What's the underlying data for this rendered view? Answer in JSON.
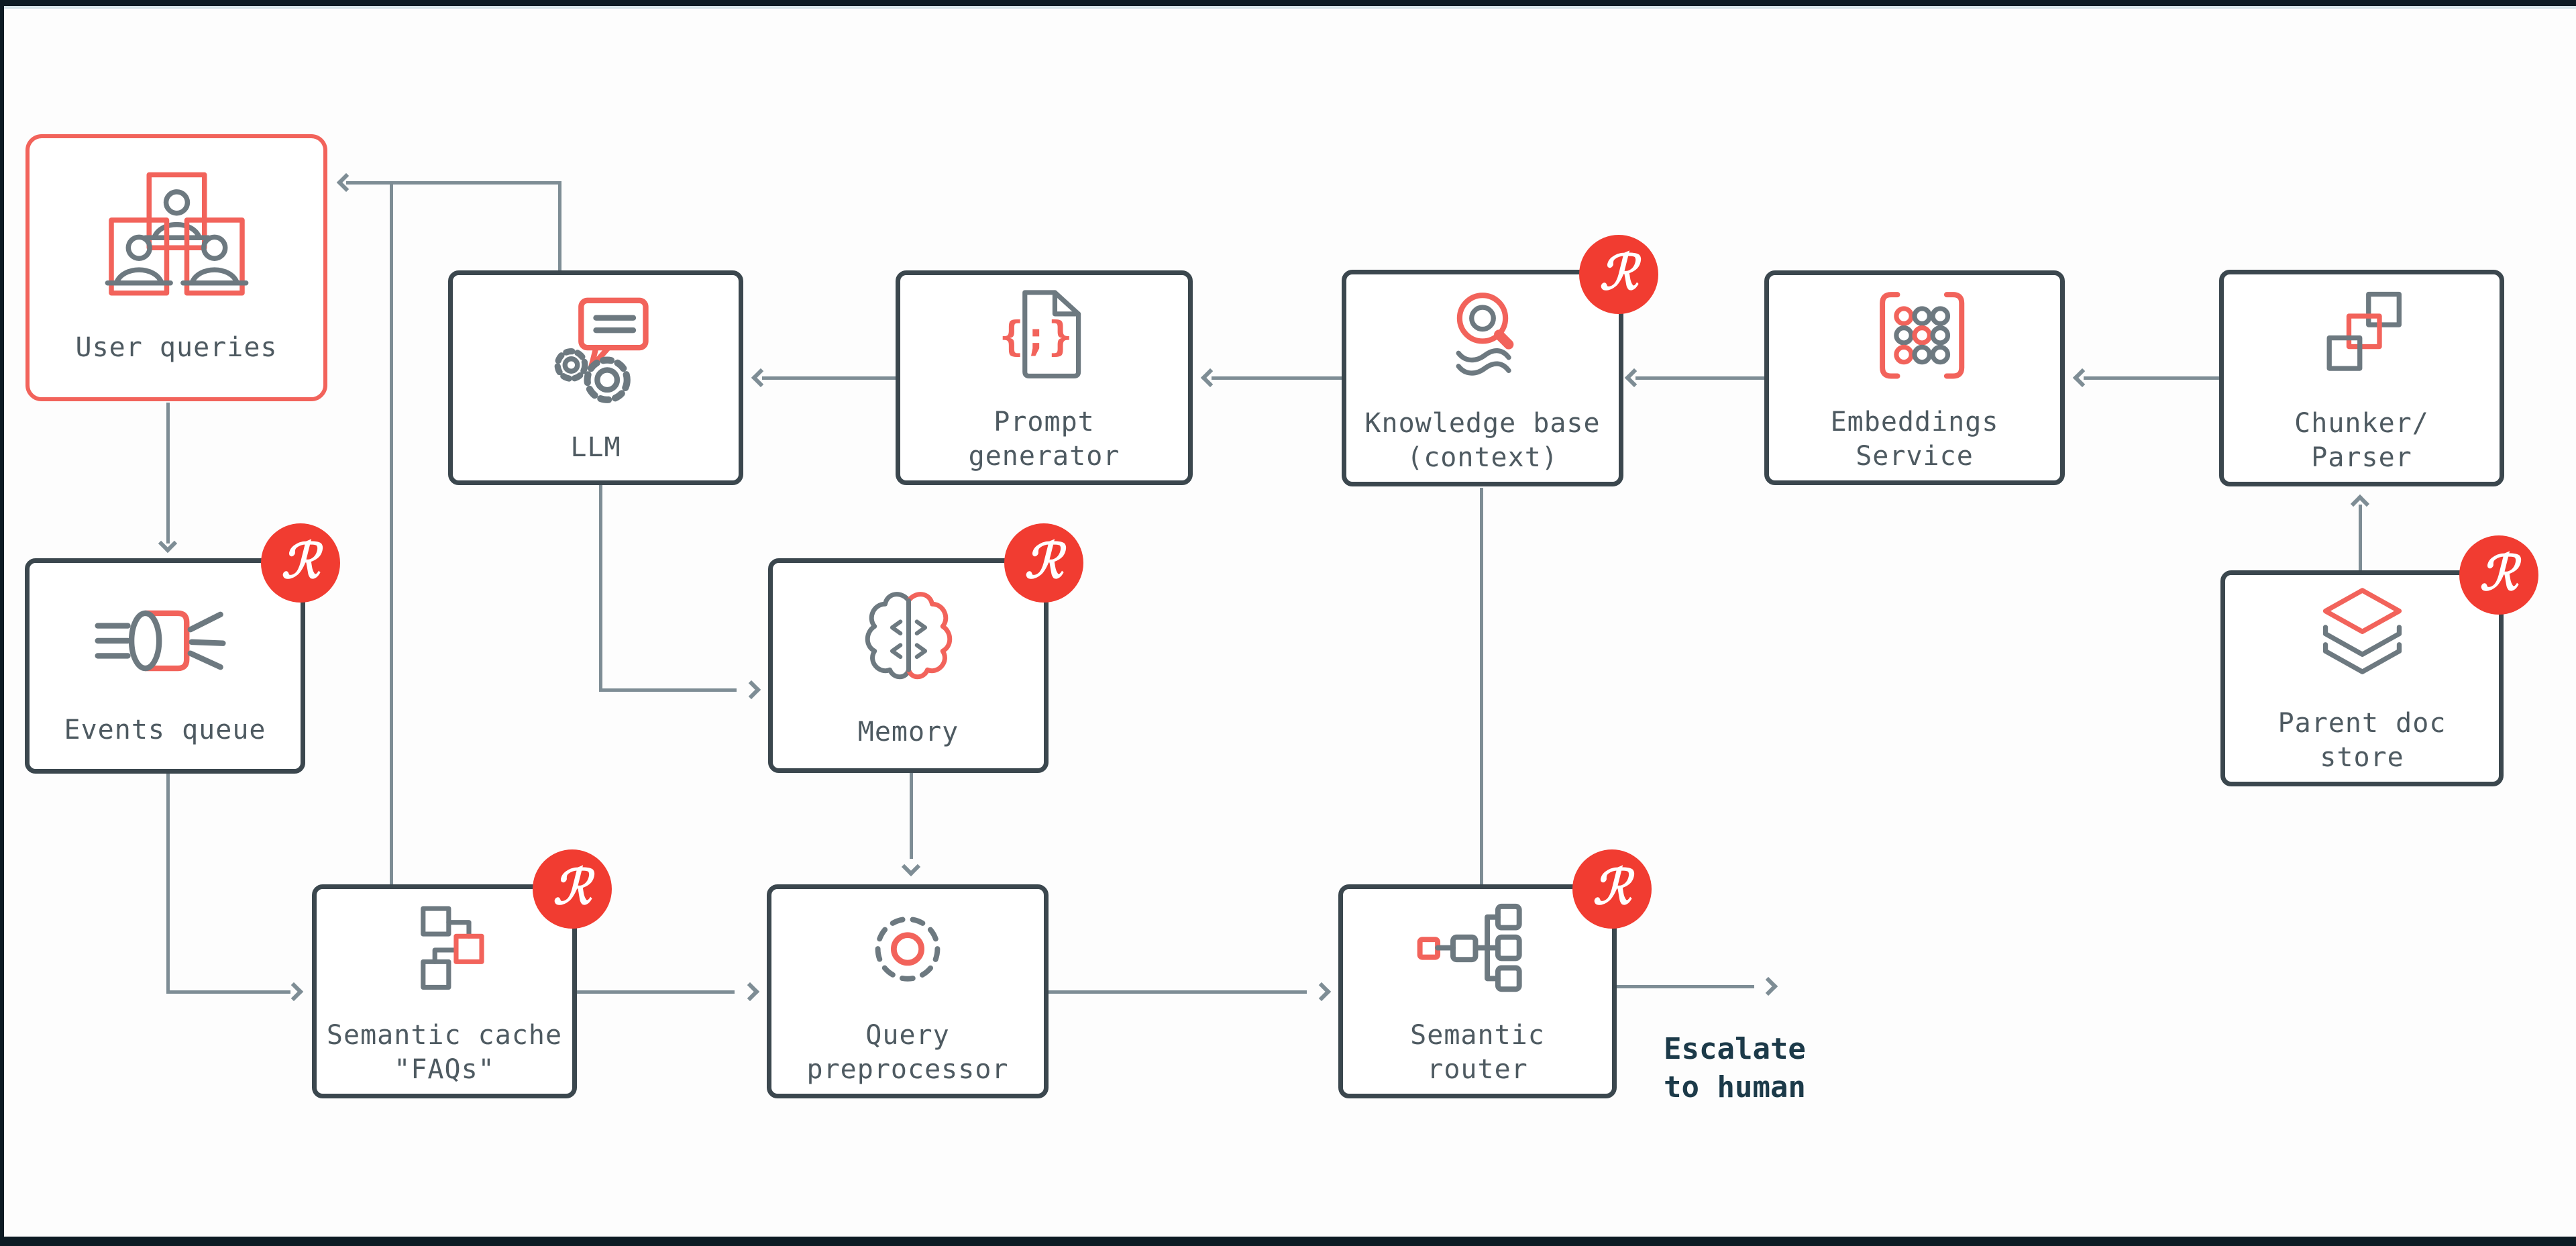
{
  "badge_glyph": "ℛ",
  "colors": {
    "accent_red": "#f2635b",
    "badge_red": "#f13c31",
    "node_border": "#3b474e",
    "connector_gray": "#7e8d95",
    "label_gray": "#4e5a61",
    "escalate_text": "#1c3a49",
    "frame_dark": "#0d1b24"
  },
  "nodes": {
    "user_queries": {
      "label": "User queries"
    },
    "llm": {
      "label": "LLM"
    },
    "prompt_generator": {
      "label": "Prompt\ngenerator"
    },
    "knowledge_base": {
      "label": "Knowledge base\n(context)"
    },
    "embeddings_service": {
      "label": "Embeddings\nService"
    },
    "chunker_parser": {
      "label": "Chunker/\nParser"
    },
    "events_queue": {
      "label": "Events queue"
    },
    "memory": {
      "label": "Memory"
    },
    "parent_doc_store": {
      "label": "Parent doc\nstore"
    },
    "semantic_cache": {
      "label": "Semantic cache\n\"FAQs\""
    },
    "query_preprocessor": {
      "label": "Query\npreprocessor"
    },
    "semantic_router": {
      "label": "Semantic\nrouter"
    }
  },
  "annotations": {
    "escalate": "Escalate\nto human"
  }
}
